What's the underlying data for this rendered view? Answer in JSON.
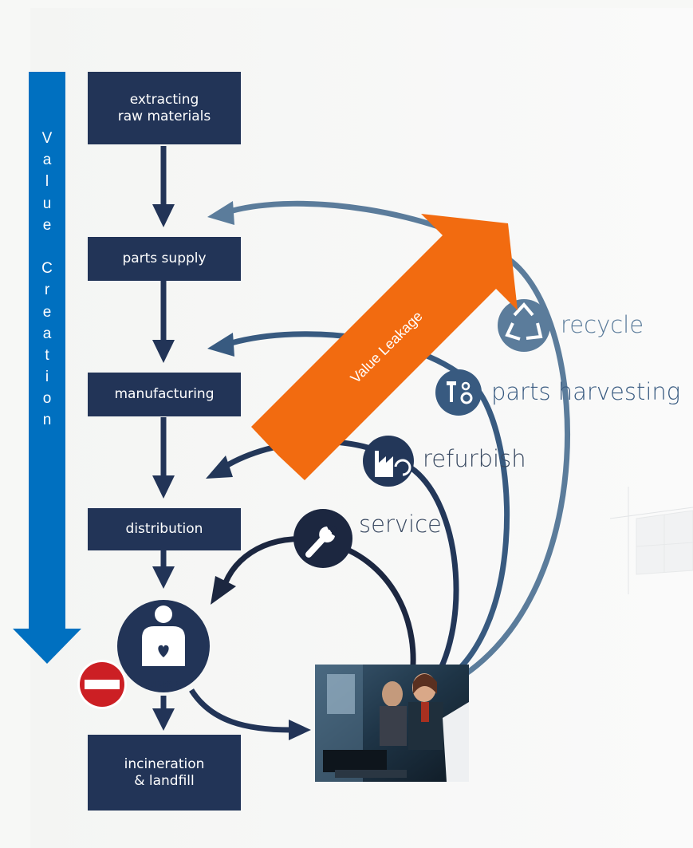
{
  "title_arrow": {
    "letters": [
      "V",
      "a",
      "l",
      "u",
      "e",
      "",
      "C",
      "r",
      "e",
      "a",
      "t",
      "i",
      "o",
      "n"
    ],
    "color": "#0070c0"
  },
  "flow_boxes": [
    {
      "id": "extracting",
      "text": "extracting\nraw materials"
    },
    {
      "id": "parts-supply",
      "text": "parts supply"
    },
    {
      "id": "manufacturing",
      "text": "manufacturing"
    },
    {
      "id": "distribution",
      "text": "distribution"
    },
    {
      "id": "incineration",
      "text": "incineration\n& landfill"
    }
  ],
  "user": {
    "label": "user"
  },
  "loops": [
    {
      "id": "recycle",
      "label": "recycle",
      "icon": "recycle-icon",
      "color": "#5b7c9b"
    },
    {
      "id": "parts-harvesting",
      "label": "parts harvesting",
      "icon": "tools-gear-icon",
      "color": "#385a80"
    },
    {
      "id": "refurbish",
      "label": "refurbish",
      "icon": "factory-refresh-icon",
      "color": "#233759"
    },
    {
      "id": "service",
      "label": "service",
      "icon": "wrench-icon",
      "color": "#1c2740"
    }
  ],
  "leakage": {
    "label": "Value Leakage",
    "color": "#f26b10"
  },
  "colors": {
    "box": "#223457",
    "stop_sign": "#cc1f24"
  },
  "photo": {
    "icon": "office-team-photo"
  }
}
